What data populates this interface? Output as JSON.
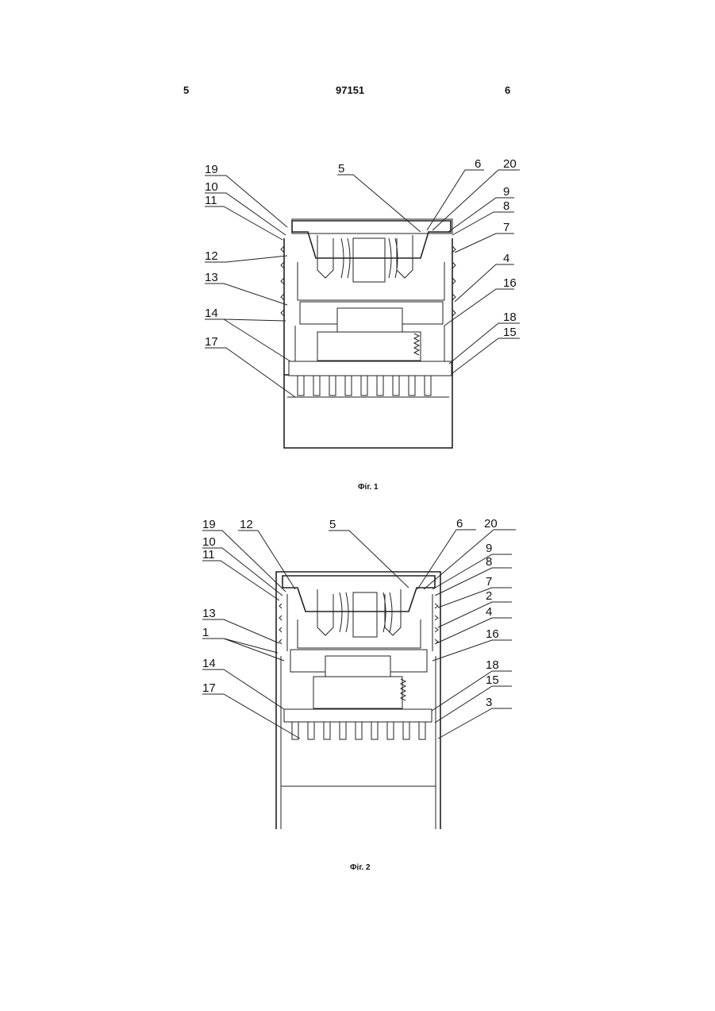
{
  "header": {
    "left_page": "5",
    "doc_number": "97151",
    "right_page": "6"
  },
  "figure1": {
    "caption": "Фіг. 1",
    "labels": [
      "19",
      "10",
      "11",
      "12",
      "13",
      "14",
      "17",
      "5",
      "6",
      "20",
      "9",
      "8",
      "7",
      "4",
      "16",
      "18",
      "15"
    ]
  },
  "figure2": {
    "caption": "Фіг. 2",
    "labels": [
      "19",
      "12",
      "10",
      "11",
      "13",
      "1",
      "14",
      "17",
      "5",
      "6",
      "20",
      "9",
      "8",
      "7",
      "2",
      "4",
      "16",
      "18",
      "15",
      "3"
    ]
  }
}
